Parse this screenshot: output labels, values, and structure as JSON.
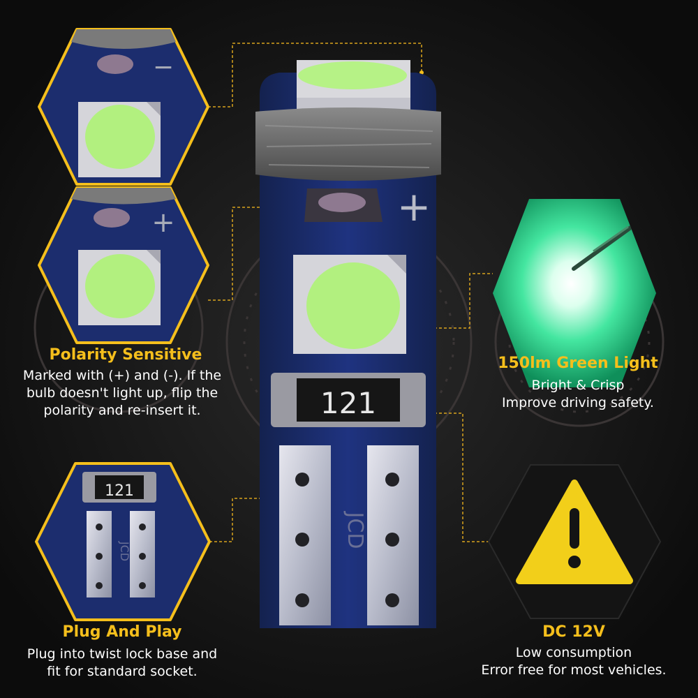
{
  "bulb": {
    "resistor_code": "121",
    "minus_mark": "−",
    "plus_mark": "+",
    "brand_mark": "JCD"
  },
  "features": {
    "polarity": {
      "title": "Polarity Sensitive",
      "line1": "Marked with (+) and (-). If the",
      "line2": "bulb doesn't light up, flip the",
      "line3": "polarity and re-insert it."
    },
    "green_light": {
      "title": "150lm Green Light",
      "line1": "Bright & Crisp",
      "line2": "Improve driving safety."
    },
    "plug_and_play": {
      "title": "Plug And Play",
      "line1": "Plug into twist lock base and",
      "line2": "fit for standard socket."
    },
    "voltage": {
      "title": "DC 12V",
      "line1": "Low consumption",
      "line2": "Error free for most vehicles."
    }
  },
  "colors": {
    "accent_gold": "#f5bf1c",
    "pcb_blue": "#1a2a66",
    "led_green": "#a8f07c",
    "glow_green": "#3ee89a",
    "warning_yellow": "#f2cf1a",
    "background": "#101010"
  }
}
